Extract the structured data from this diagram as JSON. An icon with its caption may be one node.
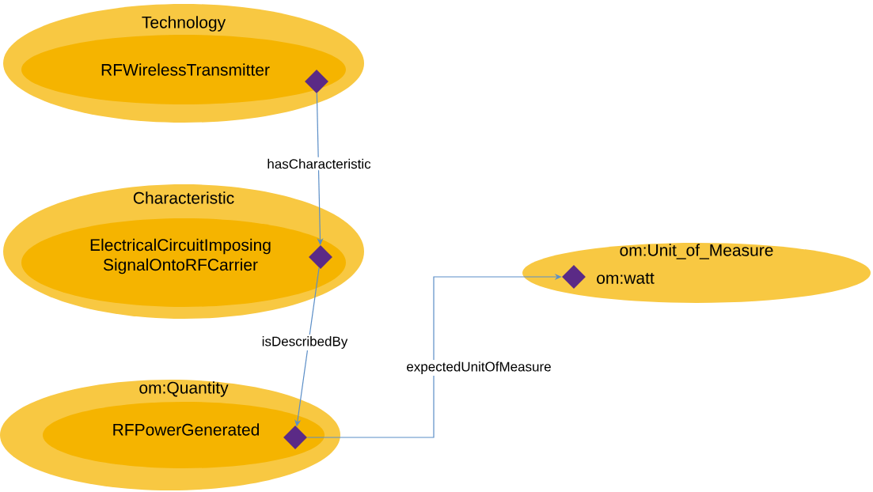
{
  "diagram": {
    "nodes": [
      {
        "text": [
          "Technology"
        ]
      },
      {
        "text": [
          "RFWirelessTransmitter"
        ],
        "in": 0
      },
      {
        "text": [],
        "shape": "diamond",
        "in": 1
      },
      {
        "text": [
          "Characteristic"
        ]
      },
      {
        "text": [
          "ElectricalCircuitImposing SignalOntoRFCarrier"
        ],
        "in": 3
      },
      {
        "text": [],
        "shape": "diamond",
        "in": 4
      },
      {
        "text": [
          "om:Quantity"
        ]
      },
      {
        "text": [
          "RFPowerGenerated"
        ],
        "in": 6
      },
      {
        "text": [],
        "shape": "diamond",
        "in": 7
      },
      {
        "text": [
          "om:Unit_of_Measure",
          "om:watt"
        ]
      },
      {
        "text": [],
        "shape": "diamond",
        "in": 9
      }
    ],
    "edges": [
      {
        "from": 2,
        "to": 5,
        "arrow": "to",
        "label": "hasCharacteristic"
      },
      {
        "from": 5,
        "to": 8,
        "arrow": "to",
        "label": "isDescribedBy"
      },
      {
        "from": 8,
        "to": 10,
        "arrow": "to",
        "label": "expectedUnitOfMeasure"
      }
    ]
  }
}
